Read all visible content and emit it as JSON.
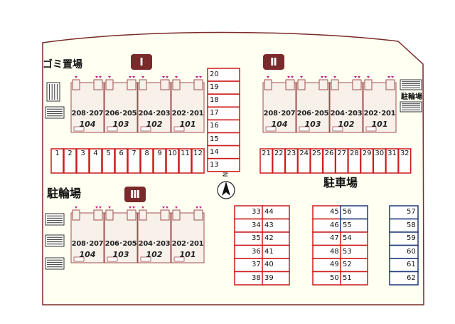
{
  "labels": {
    "garbage": "ゴミ置場",
    "bicycle_left": "駐輪場",
    "bicycle_right": "駐輪場",
    "parking": "駐車場",
    "north": "N"
  },
  "buildings": [
    {
      "badge": "Ⅰ",
      "units": [
        {
          "rooms": "208･207",
          "num": "104"
        },
        {
          "rooms": "206･205",
          "num": "103"
        },
        {
          "rooms": "204･203",
          "num": "102"
        },
        {
          "rooms": "202･201",
          "num": "101"
        }
      ]
    },
    {
      "badge": "Ⅱ",
      "units": [
        {
          "rooms": "208･207",
          "num": "104"
        },
        {
          "rooms": "206･205",
          "num": "103"
        },
        {
          "rooms": "204･203",
          "num": "102"
        },
        {
          "rooms": "202･201",
          "num": "101"
        }
      ]
    },
    {
      "badge": "Ⅲ",
      "units": [
        {
          "rooms": "208･207",
          "num": "104"
        },
        {
          "rooms": "206･205",
          "num": "103"
        },
        {
          "rooms": "204･203",
          "num": "102"
        },
        {
          "rooms": "202･201",
          "num": "101"
        }
      ]
    }
  ],
  "parking": {
    "row_left": [
      "1",
      "2",
      "3",
      "4",
      "5",
      "6",
      "7",
      "8",
      "9",
      "10",
      "11",
      "12"
    ],
    "column_center": [
      "20",
      "19",
      "18",
      "17",
      "16",
      "15",
      "14",
      "13"
    ],
    "row_right": [
      "21",
      "22",
      "23",
      "24",
      "25",
      "26",
      "27",
      "28",
      "29",
      "30",
      "31",
      "32"
    ],
    "block_a_left": [
      "33",
      "34",
      "35",
      "36",
      "37",
      "38"
    ],
    "block_a_right": [
      "44",
      "43",
      "42",
      "41",
      "40",
      "39"
    ],
    "block_b_left": [
      "45",
      "46",
      "47",
      "48",
      "49",
      "50"
    ],
    "block_b_right": [
      "56",
      "55",
      "54",
      "53",
      "52",
      "51"
    ],
    "block_c": [
      "57",
      "58",
      "59",
      "60",
      "61",
      "62"
    ]
  },
  "colors": {
    "boundary": "#7a2a2a",
    "site_fill": "#fffff2",
    "building_fill": "#f7f1ea",
    "building_stroke": "#a05050",
    "parking_red": "#cc1b1b",
    "parking_navy": "#1f3a7a",
    "badge": "#7a2a2a",
    "marker": "#c0207a"
  }
}
